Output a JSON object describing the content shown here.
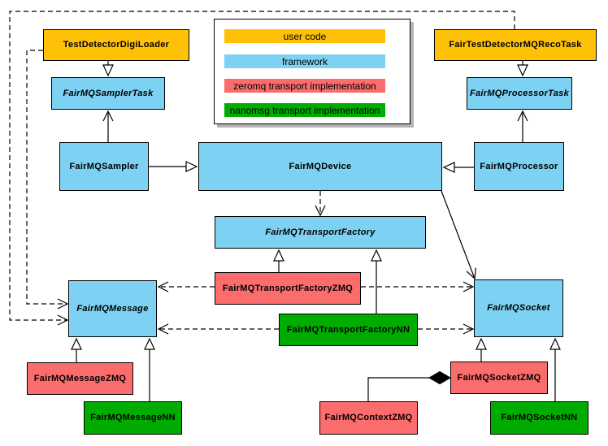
{
  "diagram": {
    "type": "uml-class-diagram",
    "background_color": "#ffffff",
    "legend": {
      "items": [
        {
          "label": "user code",
          "color": "#FFC107",
          "key": "user-code"
        },
        {
          "label": "framework",
          "color": "#7DD1F2",
          "key": "framework"
        },
        {
          "label": "zeromq transport implementation",
          "color": "#FB6C6C",
          "key": "zeromq"
        },
        {
          "label": "nanomsg transport implementation",
          "color": "#00AC00",
          "key": "nanomsg"
        }
      ]
    },
    "nodes": {
      "digiloader": {
        "label": "TestDetectorDigiLoader",
        "category": "user-code",
        "abstract": false
      },
      "recotask": {
        "label": "FairTestDetectorMQRecoTask",
        "category": "user-code",
        "abstract": false
      },
      "samplertask": {
        "label": "FairMQSamplerTask",
        "category": "framework",
        "abstract": true
      },
      "processortask": {
        "label": "FairMQProcessorTask",
        "category": "framework",
        "abstract": true
      },
      "sampler": {
        "label": "FairMQSampler",
        "category": "framework",
        "abstract": false
      },
      "device": {
        "label": "FairMQDevice",
        "category": "framework",
        "abstract": false
      },
      "processor": {
        "label": "FairMQProcessor",
        "category": "framework",
        "abstract": false
      },
      "factory": {
        "label": "FairMQTransportFactory",
        "category": "framework",
        "abstract": true
      },
      "factoryzmq": {
        "label": "FairMQTransportFactoryZMQ",
        "category": "zeromq",
        "abstract": false
      },
      "factorynn": {
        "label": "FairMQTransportFactoryNN",
        "category": "nanomsg",
        "abstract": false
      },
      "message": {
        "label": "FairMQMessage",
        "category": "framework",
        "abstract": true
      },
      "socket": {
        "label": "FairMQSocket",
        "category": "framework",
        "abstract": true
      },
      "messagezmq": {
        "label": "FairMQMessageZMQ",
        "category": "zeromq",
        "abstract": false
      },
      "messagenn": {
        "label": "FairMQMessageNN",
        "category": "nanomsg",
        "abstract": false
      },
      "contextzmq": {
        "label": "FairMQContextZMQ",
        "category": "zeromq",
        "abstract": false
      },
      "socketzmq": {
        "label": "FairMQSocketZMQ",
        "category": "zeromq",
        "abstract": false
      },
      "socketnn": {
        "label": "FairMQSocketNN",
        "category": "nanomsg",
        "abstract": false
      }
    },
    "edges": [
      {
        "from": "TestDetectorDigiLoader",
        "to": "FairMQSamplerTask",
        "type": "inheritance",
        "line": "solid"
      },
      {
        "from": "FairTestDetectorMQRecoTask",
        "to": "FairMQProcessorTask",
        "type": "inheritance",
        "line": "solid"
      },
      {
        "from": "FairMQSampler",
        "to": "FairMQSamplerTask",
        "type": "association-arrow",
        "line": "solid"
      },
      {
        "from": "FairMQProcessor",
        "to": "FairMQProcessorTask",
        "type": "association-arrow",
        "line": "solid"
      },
      {
        "from": "FairMQSampler",
        "to": "FairMQDevice",
        "type": "inheritance",
        "line": "solid"
      },
      {
        "from": "FairMQProcessor",
        "to": "FairMQDevice",
        "type": "inheritance",
        "line": "solid"
      },
      {
        "from": "FairMQDevice",
        "to": "FairMQTransportFactory",
        "type": "dependency",
        "line": "dashed"
      },
      {
        "from": "FairMQDevice",
        "to": "FairMQSocket",
        "type": "association-arrow",
        "line": "solid"
      },
      {
        "from": "FairMQTransportFactoryZMQ",
        "to": "FairMQTransportFactory",
        "type": "inheritance",
        "line": "solid"
      },
      {
        "from": "FairMQTransportFactoryNN",
        "to": "FairMQTransportFactory",
        "type": "inheritance",
        "line": "solid"
      },
      {
        "from": "FairMQTransportFactoryZMQ",
        "to": "FairMQMessage",
        "type": "dependency",
        "line": "dashed"
      },
      {
        "from": "FairMQTransportFactoryZMQ",
        "to": "FairMQSocket",
        "type": "dependency",
        "line": "dashed"
      },
      {
        "from": "FairMQTransportFactoryNN",
        "to": "FairMQMessage",
        "type": "dependency",
        "line": "dashed"
      },
      {
        "from": "FairMQTransportFactoryNN",
        "to": "FairMQSocket",
        "type": "dependency",
        "line": "dashed"
      },
      {
        "from": "FairMQMessageZMQ",
        "to": "FairMQMessage",
        "type": "inheritance",
        "line": "solid"
      },
      {
        "from": "FairMQMessageNN",
        "to": "FairMQMessage",
        "type": "inheritance",
        "line": "solid"
      },
      {
        "from": "FairMQSocketZMQ",
        "to": "FairMQSocket",
        "type": "inheritance",
        "line": "solid"
      },
      {
        "from": "FairMQSocketNN",
        "to": "FairMQSocket",
        "type": "inheritance",
        "line": "solid"
      },
      {
        "from": "FairMQContextZMQ",
        "to": "FairMQSocketZMQ",
        "type": "composition",
        "line": "solid"
      },
      {
        "from": "TestDetectorDigiLoader",
        "to": "FairMQMessage",
        "type": "dependency",
        "line": "dashed"
      },
      {
        "from": "FairTestDetectorMQRecoTask",
        "to": "FairMQMessage",
        "type": "dependency",
        "line": "dashed"
      }
    ]
  }
}
